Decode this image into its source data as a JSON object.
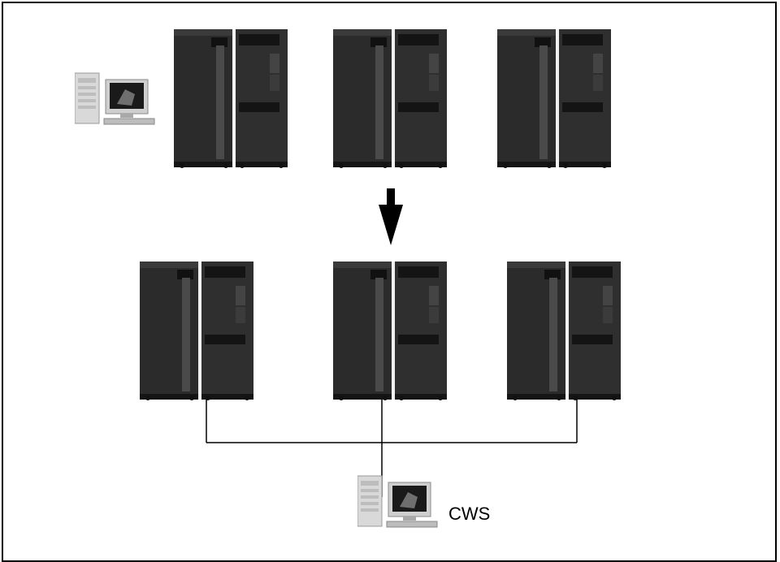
{
  "diagram": {
    "before_nodes": [
      "server",
      "server",
      "server"
    ],
    "after_nodes": [
      "server",
      "server",
      "server"
    ],
    "workstations": [
      "control-workstation-top",
      "control-workstation-bottom"
    ],
    "cws_label": "CWS",
    "colors": {
      "rack_body": "#2a2a2a",
      "rack_dark": "#111111",
      "rack_divider": "#f2f2f2",
      "arrow": "#000000",
      "line": "#000000"
    }
  }
}
